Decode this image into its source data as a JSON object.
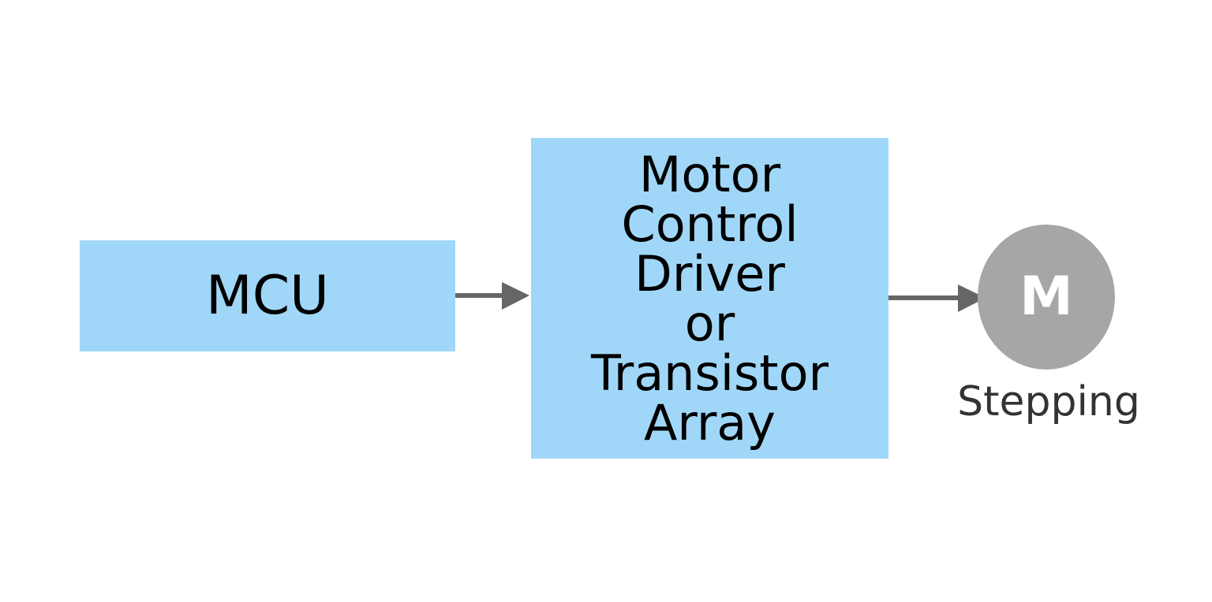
{
  "blocks": {
    "mcu": {
      "label": "MCU"
    },
    "driver": {
      "lines": [
        "Motor",
        "Control",
        "Driver",
        "or",
        "Transistor",
        "Array"
      ]
    }
  },
  "motor": {
    "symbol": "M",
    "caption": "Stepping"
  },
  "colors": {
    "block_fill": "#a0d7f8",
    "arrow": "#666666",
    "motor_fill": "#a6a6a6"
  }
}
